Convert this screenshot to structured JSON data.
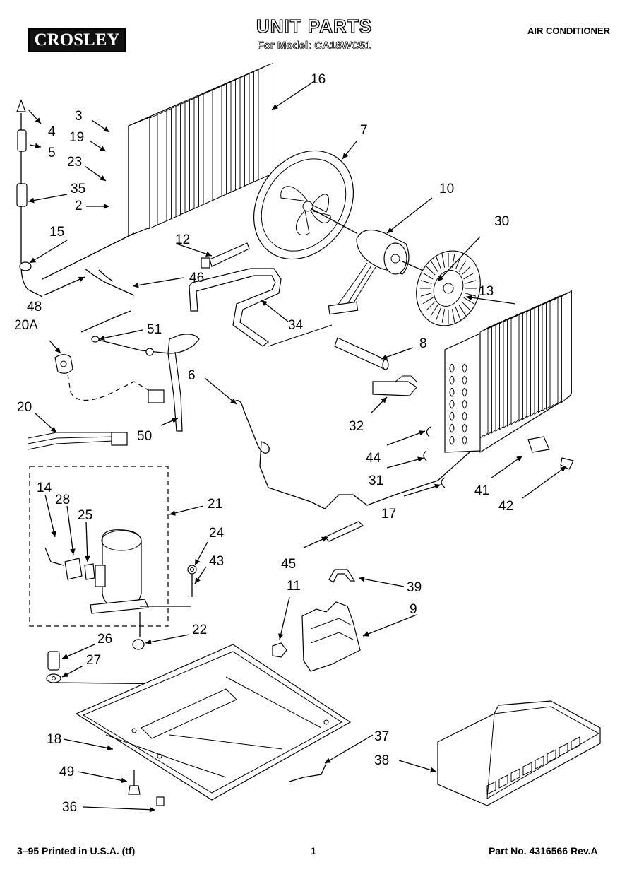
{
  "header": {
    "brand": "CROSLEY",
    "title": "UNIT PARTS",
    "model_line": "For Model: CA18WC51",
    "category": "AIR CONDITIONER"
  },
  "footer": {
    "date_printed": "3–95 Printed in U.S.A. (tf)",
    "page_number": "1",
    "part_number": "Part No. 4316566 Rev.A"
  },
  "callouts": [
    "16",
    "7",
    "10",
    "30",
    "13",
    "3",
    "4",
    "19",
    "5",
    "23",
    "35",
    "2",
    "15",
    "12",
    "46",
    "48",
    "20A",
    "51",
    "34",
    "8",
    "6",
    "32",
    "44",
    "31",
    "17",
    "41",
    "42",
    "20",
    "50",
    "21",
    "14",
    "28",
    "25",
    "24",
    "43",
    "11",
    "39",
    "45",
    "9",
    "22",
    "26",
    "27",
    "37",
    "18",
    "38",
    "49",
    "36"
  ]
}
